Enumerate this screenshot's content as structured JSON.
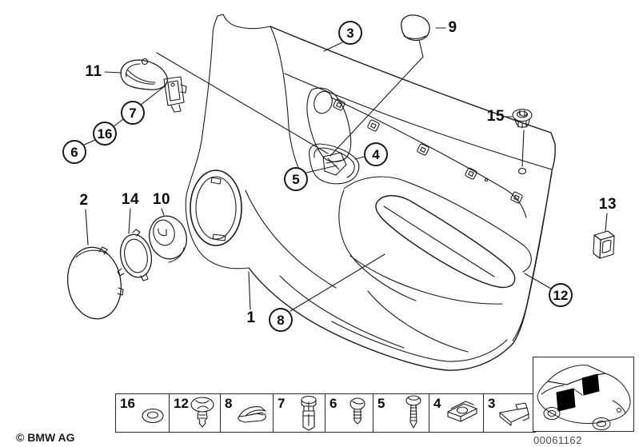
{
  "title": "BMW door trim panel parts diagram",
  "callouts": [
    {
      "label": "3",
      "circled": true
    },
    {
      "label": "9",
      "circled": false
    },
    {
      "label": "11",
      "circled": false
    },
    {
      "label": "7",
      "circled": true
    },
    {
      "label": "16",
      "circled": true
    },
    {
      "label": "6",
      "circled": true
    },
    {
      "label": "15",
      "circled": false
    },
    {
      "label": "2",
      "circled": false
    },
    {
      "label": "14",
      "circled": false
    },
    {
      "label": "10",
      "circled": false
    },
    {
      "label": "4",
      "circled": true
    },
    {
      "label": "5",
      "circled": true
    },
    {
      "label": "13",
      "circled": false
    },
    {
      "label": "1",
      "circled": false
    },
    {
      "label": "8",
      "circled": true
    },
    {
      "label": "12",
      "circled": true
    }
  ],
  "legend": {
    "items": [
      {
        "label": "16",
        "icon": "washer-icon"
      },
      {
        "label": "12",
        "icon": "expanding-rivet-icon"
      },
      {
        "label": "8",
        "icon": "spring-clip-icon"
      },
      {
        "label": "7",
        "icon": "expansion-dowel-icon"
      },
      {
        "label": "6",
        "icon": "pan-head-screw-icon"
      },
      {
        "label": "5",
        "icon": "tapping-screw-icon"
      },
      {
        "label": "4",
        "icon": "cage-nut-icon"
      },
      {
        "label": "3",
        "icon": "bracket-clip-icon"
      }
    ]
  },
  "footer": {
    "copyright": "© BMW AG",
    "diagram_number": "00061162"
  },
  "art": {
    "line_color": "#1b1b1b",
    "background": "#ffffff",
    "highlight_fill": "#000000"
  }
}
